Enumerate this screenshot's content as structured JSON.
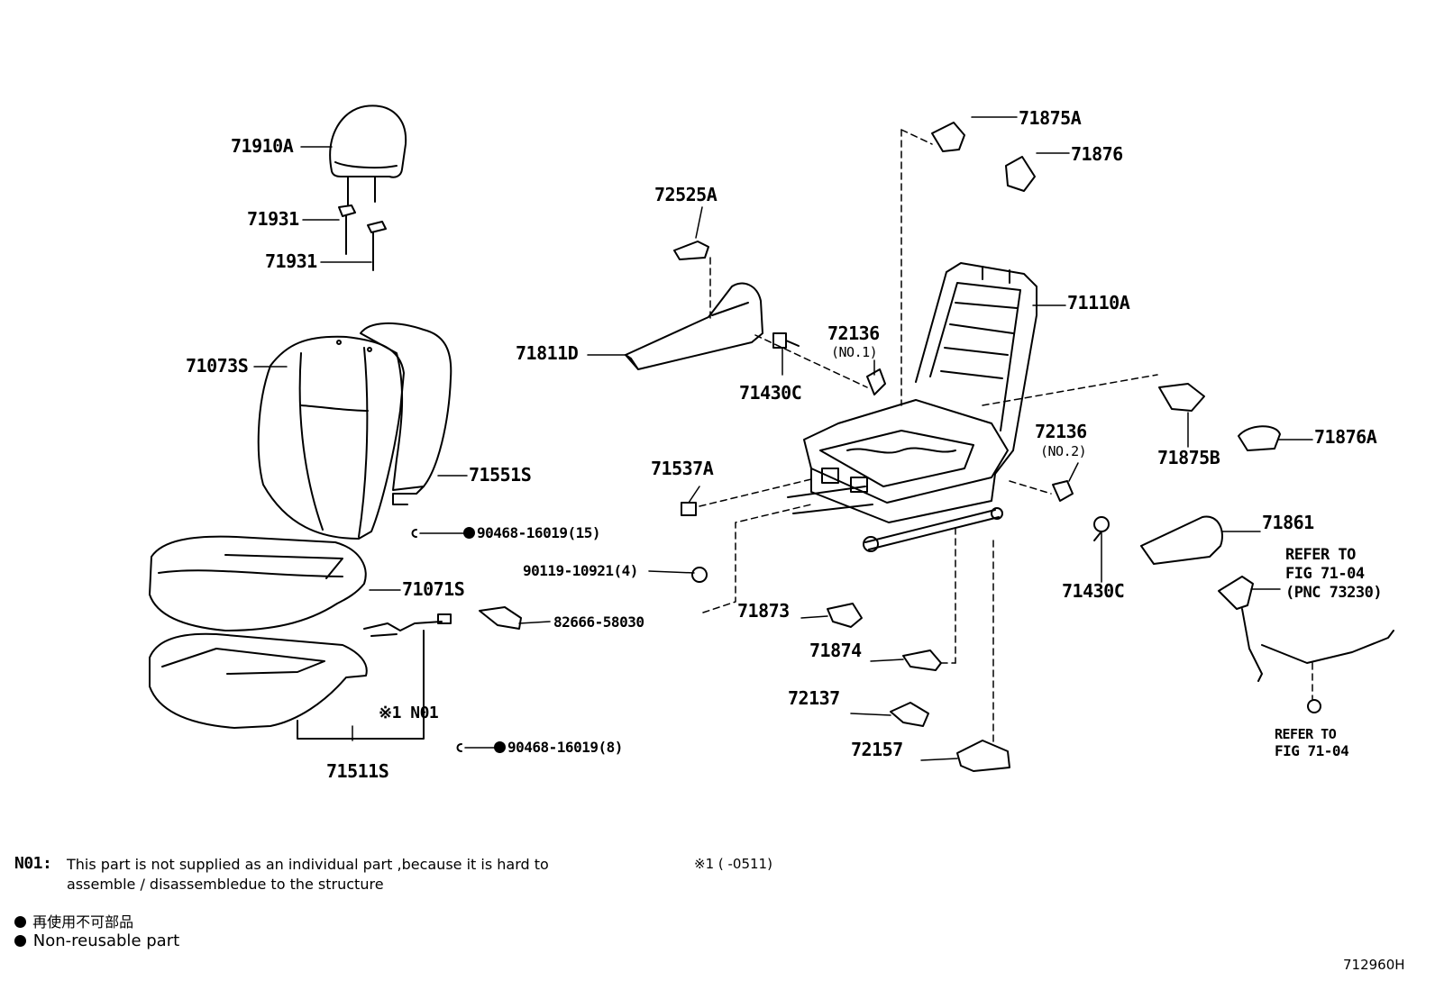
{
  "parts": {
    "p71910A": "71910A",
    "p71931a": "71931",
    "p71931b": "71931",
    "p71073S": "71073S",
    "p71551S": "71551S",
    "p90468_15": "90468-16019(15)",
    "p71071S": "71071S",
    "p90119": "90119-10921(4)",
    "p82666": "82666-58030",
    "pN01": "※1 N01",
    "p90468_8": "90468-16019(8)",
    "p71511S": "71511S",
    "p72525A": "72525A",
    "p71811D": "71811D",
    "p71430C_a": "71430C",
    "p72136_1": "72136",
    "p72136_1_sub": "(NO.1)",
    "p71537A": "71537A",
    "p71873": "71873",
    "p71874": "71874",
    "p72137": "72137",
    "p72157": "72157",
    "p71875A": "71875A",
    "p71876": "71876",
    "p71110A": "71110A",
    "p72136_2": "72136",
    "p72136_2_sub": "(NO.2)",
    "p71430C_b": "71430C",
    "p71875B": "71875B",
    "p71876A": "71876A",
    "p71861": "71861",
    "refer1_l1": "REFER TO",
    "refer1_l2": "FIG 71-04",
    "refer1_l3": "(PNC 73230)",
    "refer2_l1": "REFER TO",
    "refer2_l2": "FIG 71-04"
  },
  "notes": {
    "n01_code": "N01:",
    "n01_line1": "This part is not supplied as an individual part ,because it is hard to",
    "n01_line2": "assemble / disassemblеdue to the structure",
    "range_note": "※1 (      -0511)",
    "legend_jp": "再使用不可部品",
    "legend_en": "Non-reusable part",
    "figure_id": "712960H"
  },
  "colors": {
    "ink": "#000000",
    "paper": "#ffffff"
  }
}
